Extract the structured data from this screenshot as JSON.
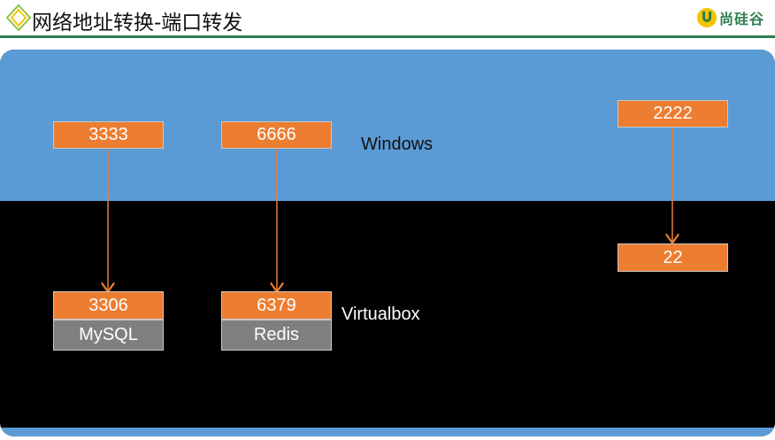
{
  "header": {
    "title": "网络地址转换-端口转发",
    "logo_text": "尚硅谷"
  },
  "colors": {
    "host_band": "#5b9bd5",
    "vm_band": "#000000",
    "port_box": "#ed7d31",
    "service_box": "#7f7f7f",
    "arrow": "#ed7d31",
    "header_rule": "#2e7d4f"
  },
  "labels": {
    "host": "Windows",
    "vm": "Virtualbox"
  },
  "mappings": [
    {
      "host_port": "3333",
      "guest_port": "3306",
      "service": "MySQL"
    },
    {
      "host_port": "6666",
      "guest_port": "6379",
      "service": "Redis"
    },
    {
      "host_port": "2222",
      "guest_port": "22",
      "service": ""
    }
  ]
}
